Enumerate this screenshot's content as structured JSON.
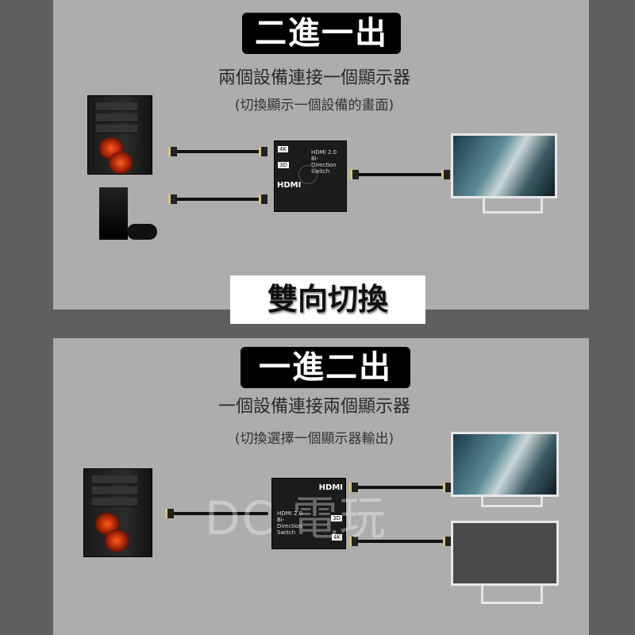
{
  "top": {
    "title": "二進一出",
    "subtitle": "兩個設備連接一個顯示器",
    "note": "(切換顯示一個設備的畫面)"
  },
  "middle": {
    "title": "雙向切換"
  },
  "bottom": {
    "title": "一進二出",
    "subtitle": "一個設備連接兩個顯示器",
    "note": "(切換選擇一個顯示器輸出)"
  },
  "device": {
    "label": "HDMI 2.0 Bi-Direction Switch",
    "badge_4k": "4K",
    "badge_3d": "3D",
    "brand": "HDMI"
  },
  "watermark": "DC 電玩",
  "colors": {
    "background": "#5f5f5f",
    "panel": "#adadad",
    "title_bg": "#000000"
  }
}
